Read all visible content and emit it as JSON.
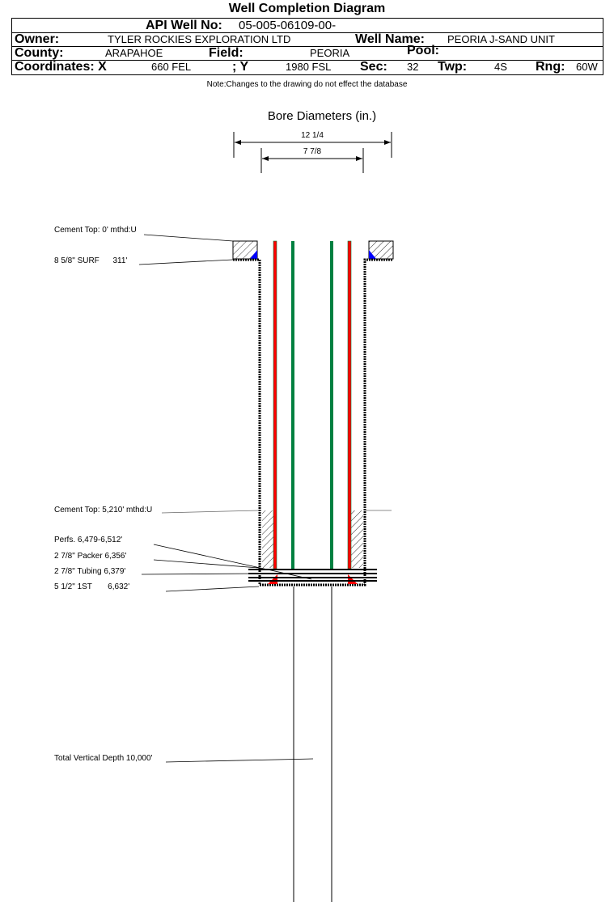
{
  "title": "Well Completion Diagram",
  "header": {
    "api_label": "API Well No:",
    "api_value": "05-005-06109-00-",
    "owner_label": "Owner:",
    "owner_value": "TYLER ROCKIES EXPLORATION LTD",
    "well_name_label": "Well Name:",
    "well_name_value": "PEORIA J-SAND UNIT",
    "county_label": "County:",
    "county_value": "ARAPAHOE",
    "field_label": "Field:",
    "field_value": "PEORIA",
    "pool_label": "Pool:",
    "coord_x_label": "Coordinates: X",
    "coord_x_value": "660 FEL",
    "coord_y_label": "; Y",
    "coord_y_value": "1980 FSL",
    "sec_label": "Sec:",
    "sec_value": "32",
    "twp_label": "Twp:",
    "twp_value": "4S",
    "rng_label": "Rng:",
    "rng_value": "60W"
  },
  "note": "Note:Changes to the drawing do not effect the database",
  "diagram": {
    "bore_title": "Bore Diameters (in.)",
    "bore_outer": "12 1/4",
    "bore_inner": "7 7/8",
    "labels": {
      "cement_top_surface": "Cement Top: 0' mthd:U",
      "surface_casing": "8 5/8\" SURF      311'",
      "cement_top_prod": "Cement Top: 5,210' mthd:U",
      "perfs": "Perfs. 6,479-6,512'",
      "packer": "2 7/8\" Packer 6,356'",
      "tubing": "2 7/8\" Tubing 6,379'",
      "prod_casing": "5 1/2\" 1ST       6,632'",
      "tvd": "Total Vertical Depth 10,000'"
    },
    "colors": {
      "tubing_red": "#ff0000",
      "tubing_green": "#008040",
      "cement_blue": "#0000ff"
    }
  }
}
